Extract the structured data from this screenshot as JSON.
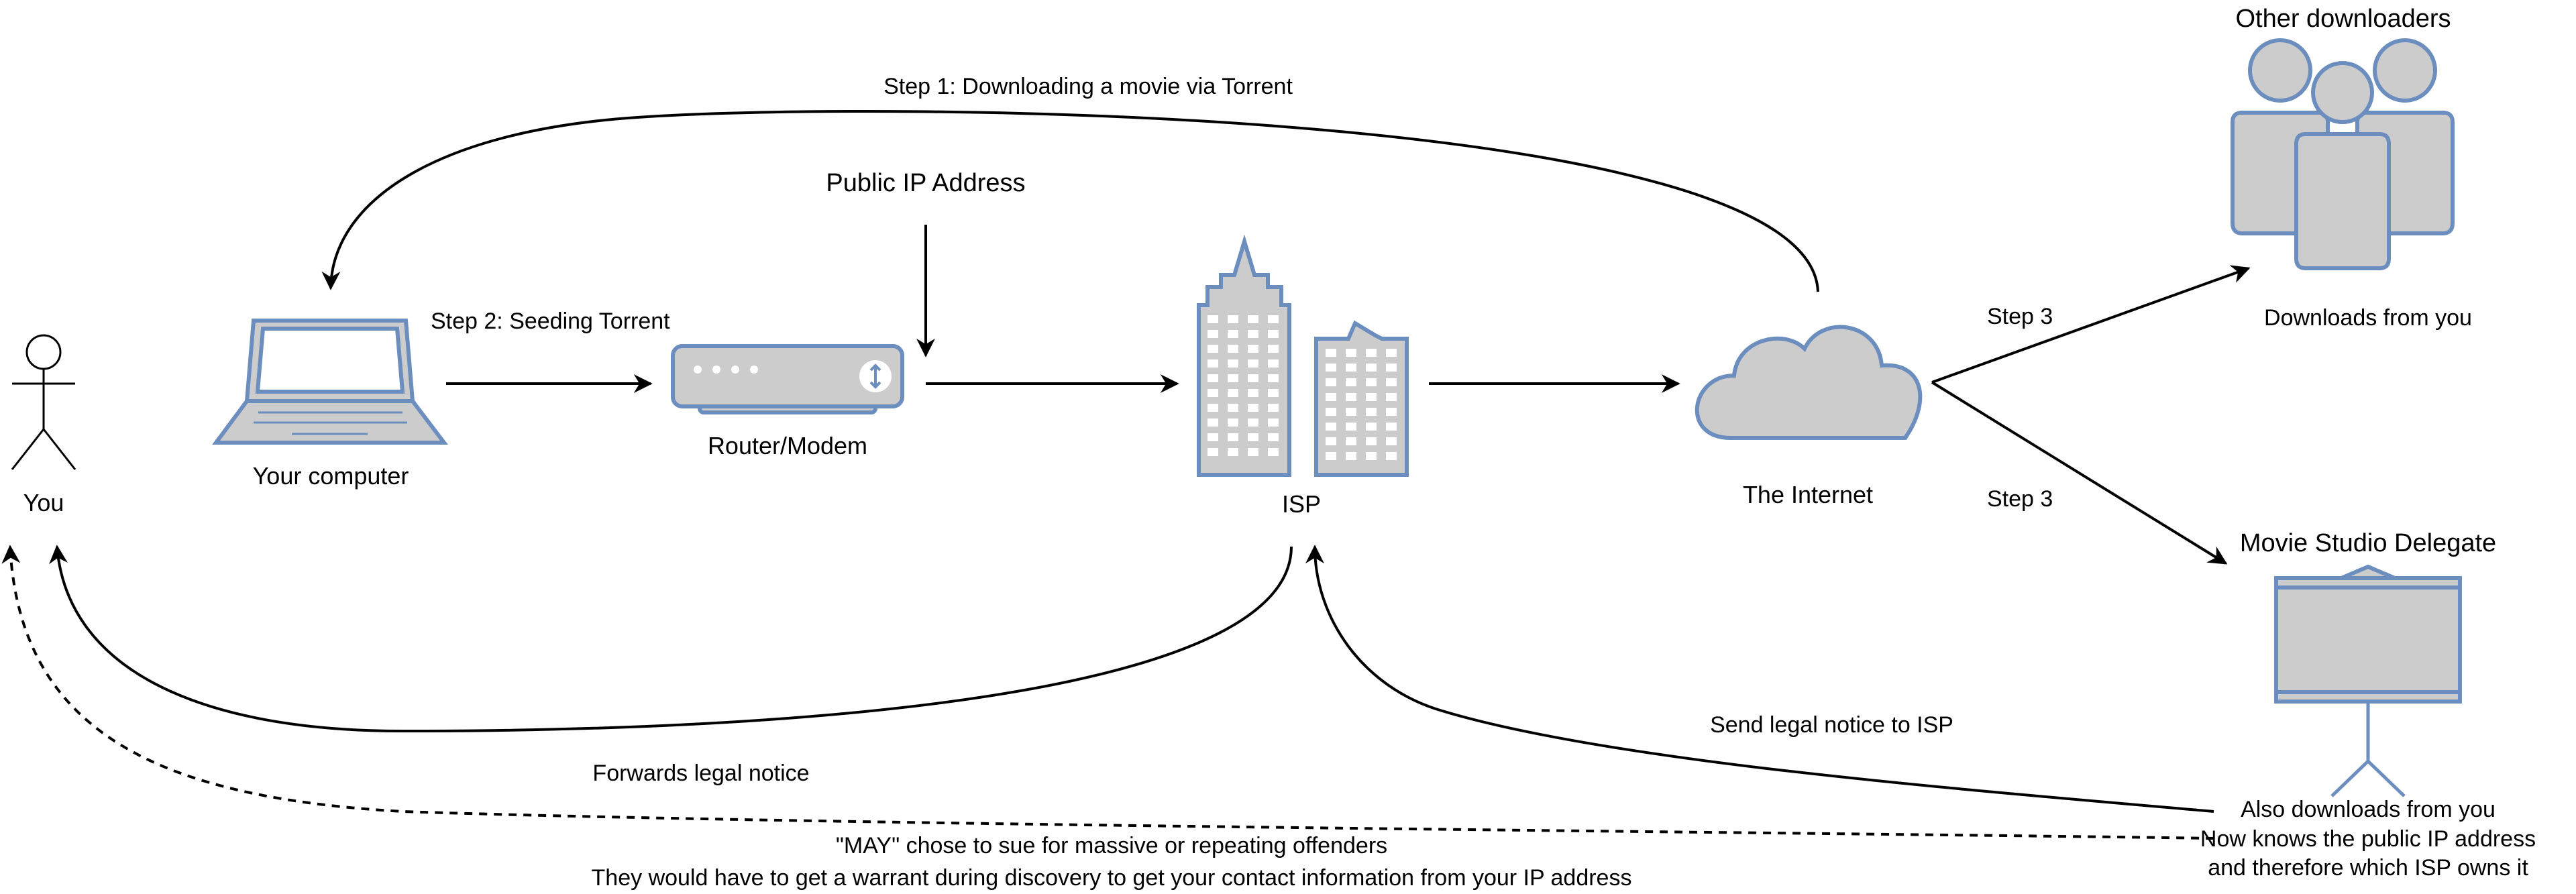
{
  "nodes": {
    "you": "You",
    "computer": "Your computer",
    "router": "Router/Modem",
    "isp": "ISP",
    "internet": "The Internet",
    "public_ip": "Public IP Address",
    "other_downloaders": "Other downloaders",
    "other_downloaders_caption": "Downloads from you",
    "movie_studio": "Movie Studio Delegate",
    "movie_studio_caption": [
      "Also downloads from you",
      "Now knows the public IP address",
      "and therefore which ISP owns it"
    ]
  },
  "edges": {
    "step1": "Step 1: Downloading a movie via Torrent",
    "step2": "Step 2: Seeding Torrent",
    "step3_up": "Step 3",
    "step3_down": "Step 3",
    "send_notice": "Send legal notice to ISP",
    "forwards_notice": "Forwards legal notice",
    "may_sue": [
      "\"MAY\" chose to sue for massive or repeating offenders",
      "They would have to get a warrant during discovery to get your contact information from your IP address"
    ]
  },
  "colors": {
    "fill": "#cccccc",
    "stroke": "#6c8ebf",
    "line": "#000000"
  }
}
